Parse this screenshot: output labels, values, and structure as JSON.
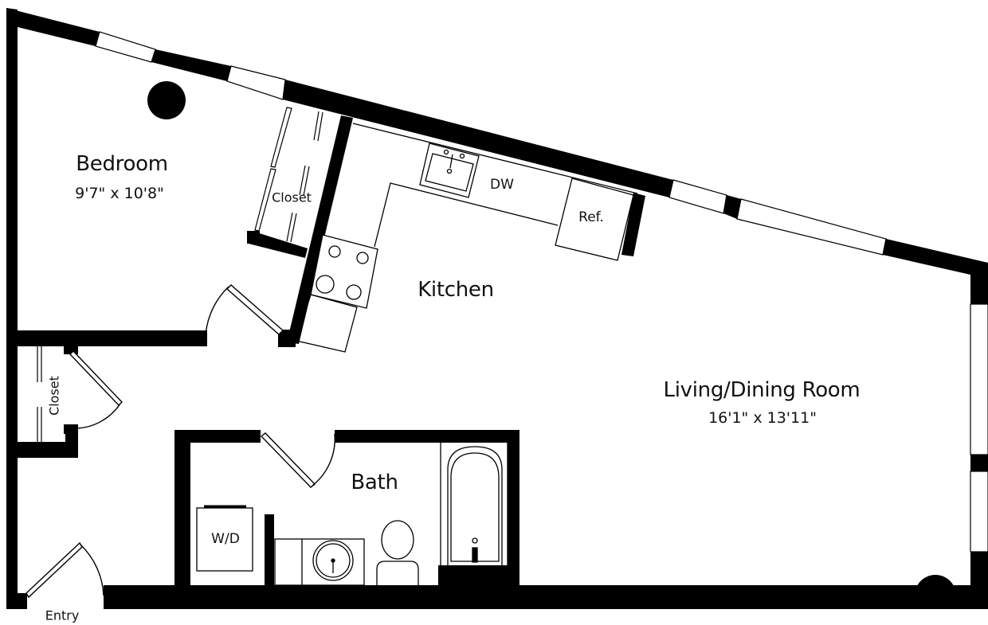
{
  "plan": {
    "colors": {
      "wall": "#000000",
      "background": "#ffffff",
      "line": "#000000"
    },
    "rooms": [
      {
        "id": "bedroom",
        "name": "Bedroom",
        "dimensions": "9'7\" x 10'8\""
      },
      {
        "id": "kitchen",
        "name": "Kitchen"
      },
      {
        "id": "living",
        "name": "Living/Dining Room",
        "dimensions": "16'1\" x 13'11\""
      },
      {
        "id": "bath",
        "name": "Bath"
      }
    ],
    "closets": [
      {
        "id": "bedroom-closet",
        "label": "Closet"
      },
      {
        "id": "entry-closet",
        "label": "Closet"
      }
    ],
    "fixtures": {
      "dishwasher": "DW",
      "refrigerator": "Ref.",
      "washer_dryer": "W/D"
    },
    "entry_label": "Entry"
  }
}
